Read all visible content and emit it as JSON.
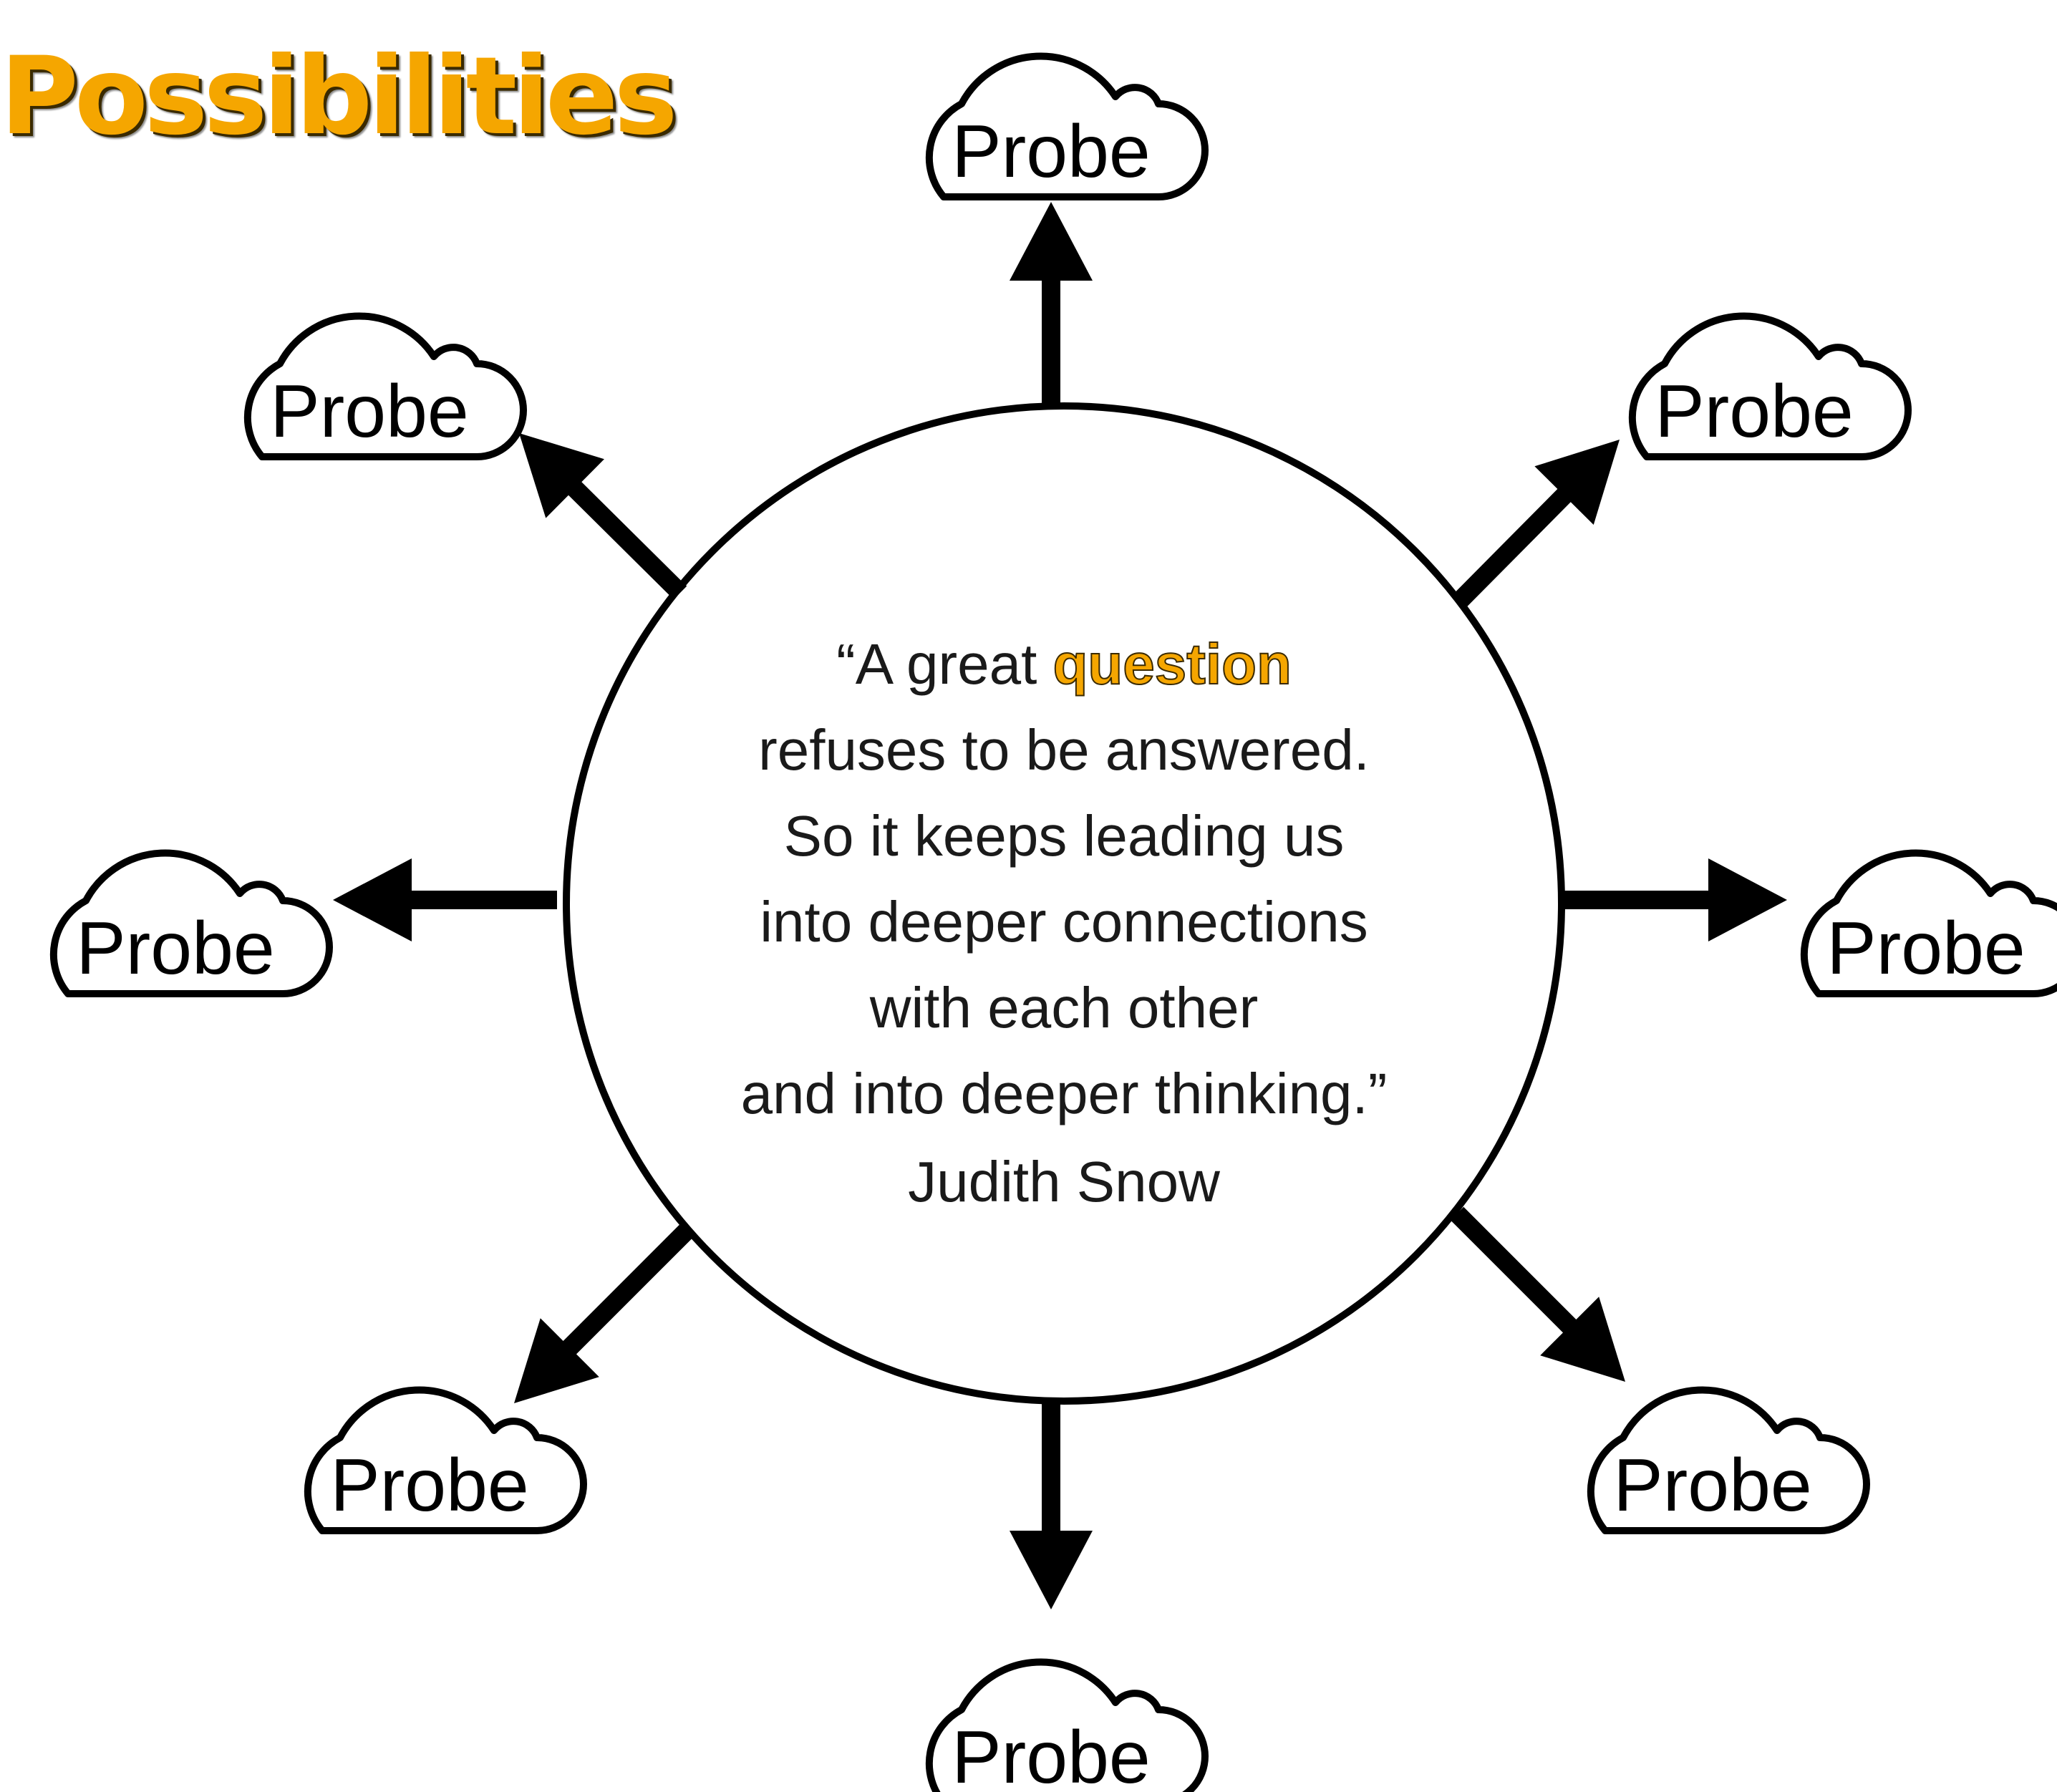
{
  "title": "Possibilities",
  "colors": {
    "accent": "#f5a600",
    "stroke": "#000000",
    "text": "#1a1a1a",
    "background": "#ffffff"
  },
  "probes": [
    {
      "id": "top",
      "label": "Probe"
    },
    {
      "id": "top-right",
      "label": "Probe"
    },
    {
      "id": "right",
      "label": "Probe"
    },
    {
      "id": "bottom-right",
      "label": "Probe"
    },
    {
      "id": "bottom",
      "label": "Probe"
    },
    {
      "id": "bottom-left",
      "label": "Probe"
    },
    {
      "id": "left",
      "label": "Probe"
    },
    {
      "id": "top-left",
      "label": "Probe"
    }
  ],
  "quote": {
    "line1_prefix": "“A great ",
    "highlight": "question",
    "lines": [
      "refuses to be answered.",
      "So it keeps leading us",
      "into deeper connections",
      "with each other",
      "and into deeper thinking.”"
    ],
    "author": "Judith Snow"
  }
}
